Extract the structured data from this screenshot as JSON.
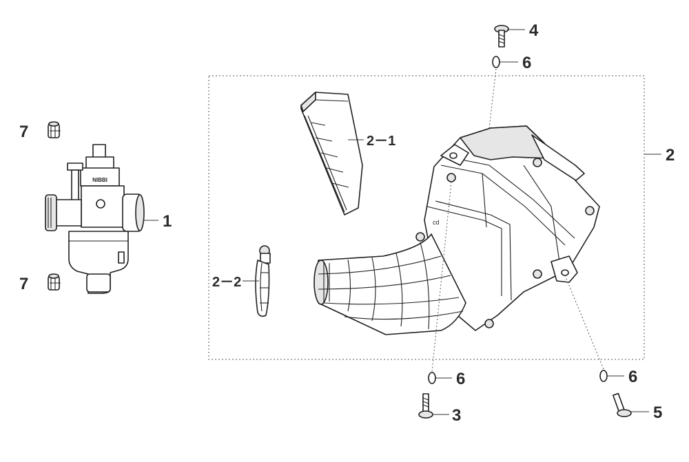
{
  "diagram": {
    "callouts": {
      "c1": "1",
      "c2": "2",
      "c2_1": "2－1",
      "c2_2": "2－2",
      "c3": "3",
      "c4": "4",
      "c5": "5",
      "c6a": "6",
      "c6b": "6",
      "c6c": "6",
      "c7a": "7",
      "c7b": "7"
    },
    "carburetor_brand": "NIBBI"
  }
}
